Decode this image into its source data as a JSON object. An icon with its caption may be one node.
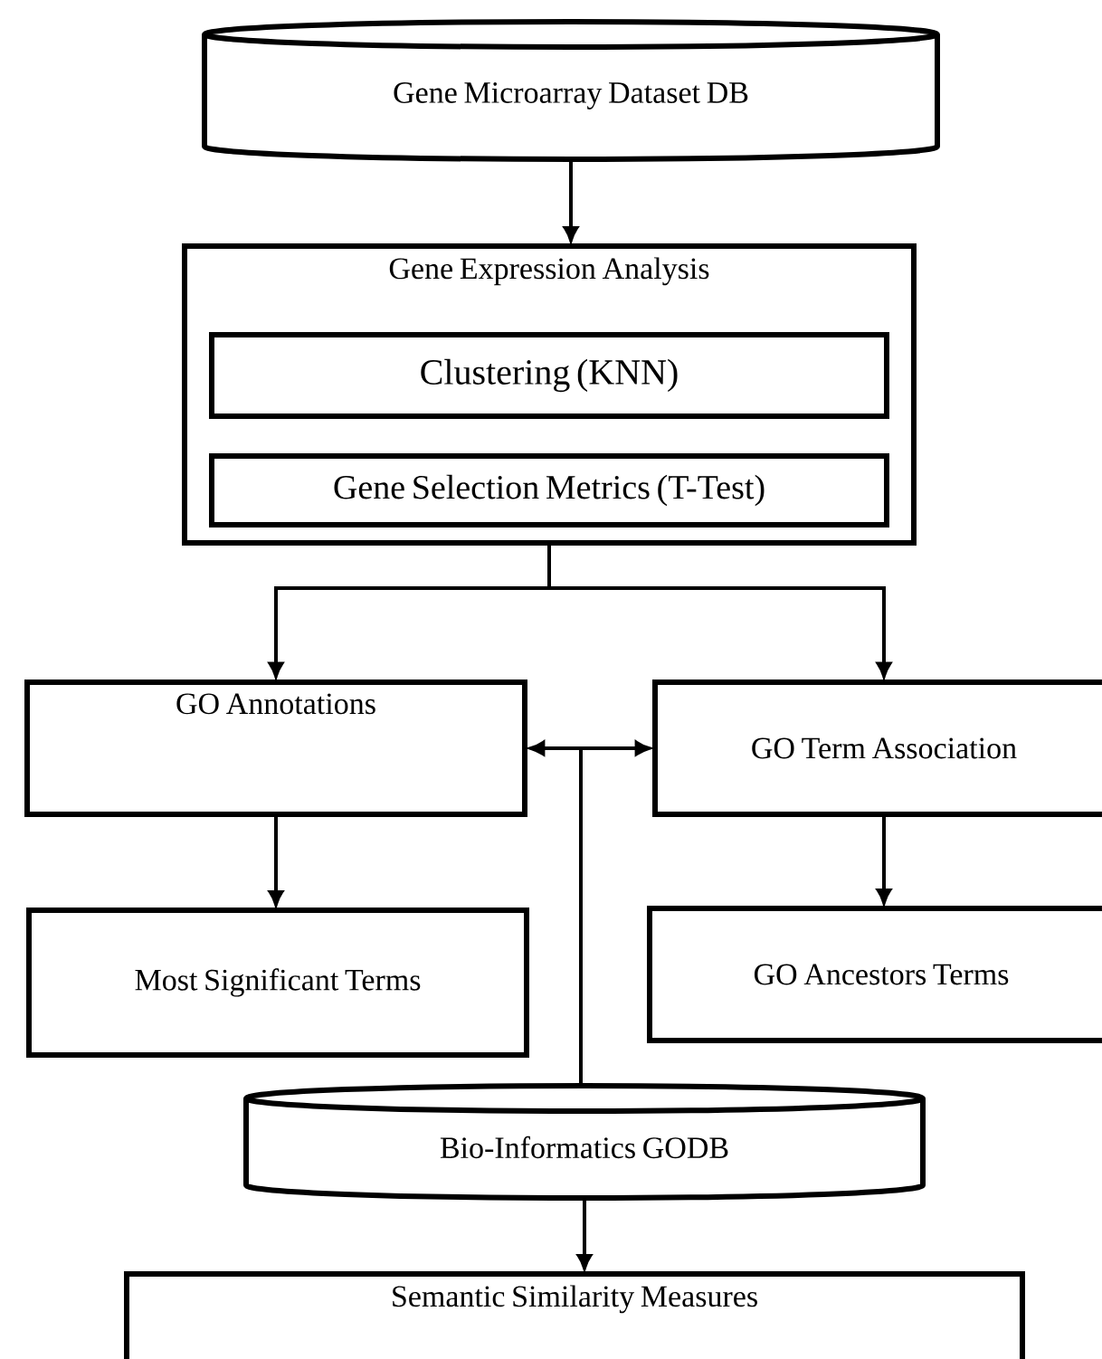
{
  "diagram": {
    "nodes": [
      {
        "text": [
          "Gene Microarray Dataset DB"
        ]
      },
      {
        "text": [
          "Gene Expression Analysis"
        ]
      },
      {
        "text": [
          "Clustering (KNN)"
        ],
        "in": 1
      },
      {
        "text": [
          "Gene Selection Metrics (T-Test)"
        ],
        "in": 1
      },
      {
        "text": [
          "GO Annotations"
        ]
      },
      {
        "text": [
          "GO Term Association"
        ]
      },
      {
        "text": [
          "Most Significant Terms"
        ]
      },
      {
        "text": [
          "GO Ancestors Terms"
        ]
      },
      {
        "text": [
          "Bio-Informatics GODB"
        ]
      },
      {
        "text": [
          "Semantic Similarity Measures"
        ]
      }
    ],
    "edges": [
      {
        "from": 0,
        "to": 1,
        "arrow": "to"
      },
      {
        "from": 1,
        "to": 4,
        "arrow": "to"
      },
      {
        "from": 1,
        "to": 5,
        "arrow": "to"
      },
      {
        "from": 4,
        "to": 6,
        "arrow": "to"
      },
      {
        "from": 5,
        "to": 7,
        "arrow": "to"
      },
      {
        "from": 8,
        "to": 4,
        "arrow": "to"
      },
      {
        "from": 8,
        "to": 5,
        "arrow": "to"
      },
      {
        "from": 8,
        "to": 9,
        "arrow": "to"
      }
    ]
  }
}
